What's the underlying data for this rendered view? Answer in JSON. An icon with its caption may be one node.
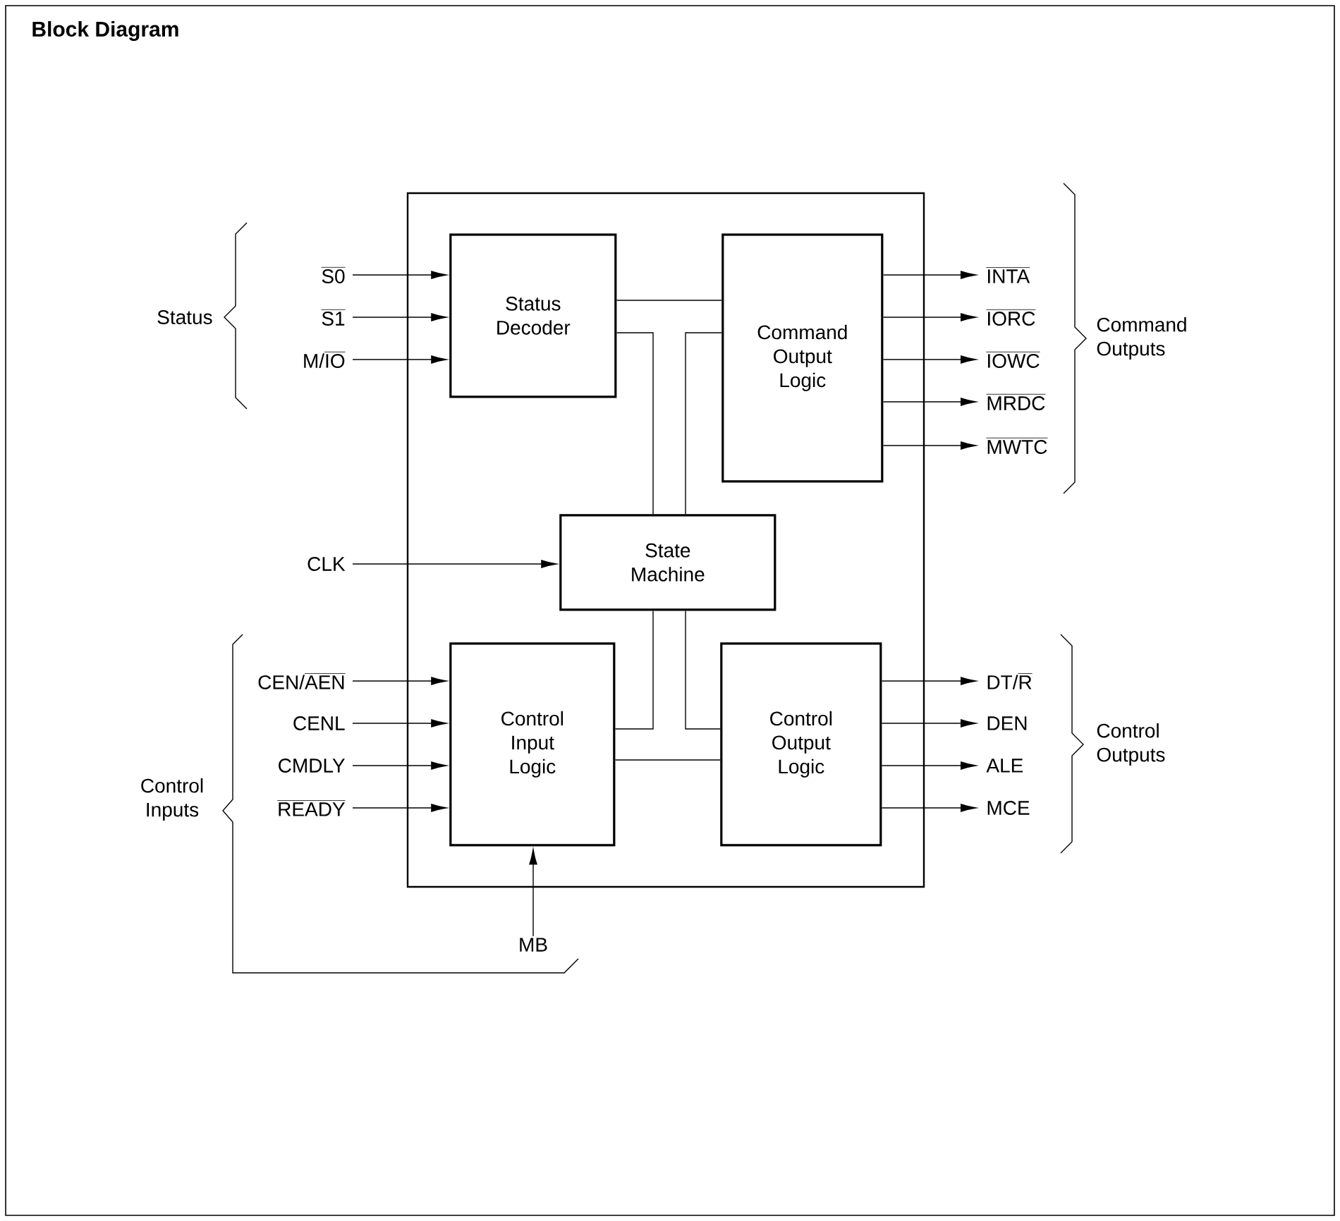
{
  "diagram": {
    "title": "Block Diagram",
    "nodes": [
      {
        "text": [],
        "shape": "box"
      },
      {
        "text": [
          "Status Decoder"
        ],
        "in": 0
      },
      {
        "text": [
          "Command Output Logic"
        ],
        "in": 0
      },
      {
        "text": [
          "State Machine"
        ],
        "in": 0
      },
      {
        "text": [
          "Control Input Logic"
        ],
        "in": 0
      },
      {
        "text": [
          "Control Output Logic"
        ],
        "in": 0
      },
      {
        "text": [
          "\\overline{\\hbox{S0}}"
        ]
      },
      {
        "text": [
          "\\overline{\\hbox{S1}}"
        ]
      },
      {
        "text": [
          "\\hbox{M/}\\overline{\\hbox{IO}}"
        ]
      },
      {
        "text": [
          "CLK"
        ]
      },
      {
        "text": [
          "\\hbox{CEN/}\\overline{\\hbox{AEN}}"
        ]
      },
      {
        "text": [
          "CENL"
        ]
      },
      {
        "text": [
          "CMDLY"
        ]
      },
      {
        "text": [
          "\\overline{\\hbox{READY}}"
        ]
      },
      {
        "text": [
          "MB"
        ]
      },
      {
        "text": [
          "\\overline{\\hbox{INTA}}"
        ]
      },
      {
        "text": [
          "\\overline{\\hbox{IORC}}"
        ]
      },
      {
        "text": [
          "\\overline{\\hbox{IOWC}}"
        ]
      },
      {
        "text": [
          "\\overline{\\hbox{MRDC}}"
        ]
      },
      {
        "text": [
          "\\overline{\\hbox{MWTC}}"
        ]
      },
      {
        "text": [
          "\\hbox{DT/}\\overline{\\hbox{R}}"
        ]
      },
      {
        "text": [
          "DEN"
        ]
      },
      {
        "text": [
          "ALE"
        ]
      },
      {
        "text": [
          "MCE"
        ]
      }
    ],
    "edges": [
      {
        "from": 6,
        "to": 1,
        "arrow": "to"
      },
      {
        "from": 7,
        "to": 1,
        "arrow": "to"
      },
      {
        "from": 8,
        "to": 1,
        "arrow": "to"
      },
      {
        "from": 9,
        "to": 3,
        "arrow": "to"
      },
      {
        "from": 10,
        "to": 4,
        "arrow": "to"
      },
      {
        "from": 11,
        "to": 4,
        "arrow": "to"
      },
      {
        "from": 12,
        "to": 4,
        "arrow": "to"
      },
      {
        "from": 13,
        "to": 4,
        "arrow": "to"
      },
      {
        "from": 14,
        "to": 4,
        "arrow": "to"
      },
      {
        "from": 1,
        "to": 2,
        "arrow": "none"
      },
      {
        "from": 1,
        "to": 3,
        "arrow": "none"
      },
      {
        "from": 2,
        "to": 3,
        "arrow": "none"
      },
      {
        "from": 3,
        "to": 4,
        "arrow": "none"
      },
      {
        "from": 3,
        "to": 5,
        "arrow": "none"
      },
      {
        "from": 4,
        "to": 5,
        "arrow": "none"
      },
      {
        "from": 2,
        "to": 15,
        "arrow": "to"
      },
      {
        "from": 2,
        "to": 16,
        "arrow": "to"
      },
      {
        "from": 2,
        "to": 17,
        "arrow": "to"
      },
      {
        "from": 2,
        "to": 18,
        "arrow": "to"
      },
      {
        "from": 2,
        "to": 19,
        "arrow": "to"
      },
      {
        "from": 5,
        "to": 20,
        "arrow": "to"
      },
      {
        "from": 5,
        "to": 21,
        "arrow": "to"
      },
      {
        "from": 5,
        "to": 22,
        "arrow": "to"
      },
      {
        "from": 5,
        "to": 23,
        "arrow": "to"
      }
    ],
    "labels": [
      "Status",
      "Command Outputs",
      "Control Inputs",
      "Control Outputs"
    ]
  }
}
